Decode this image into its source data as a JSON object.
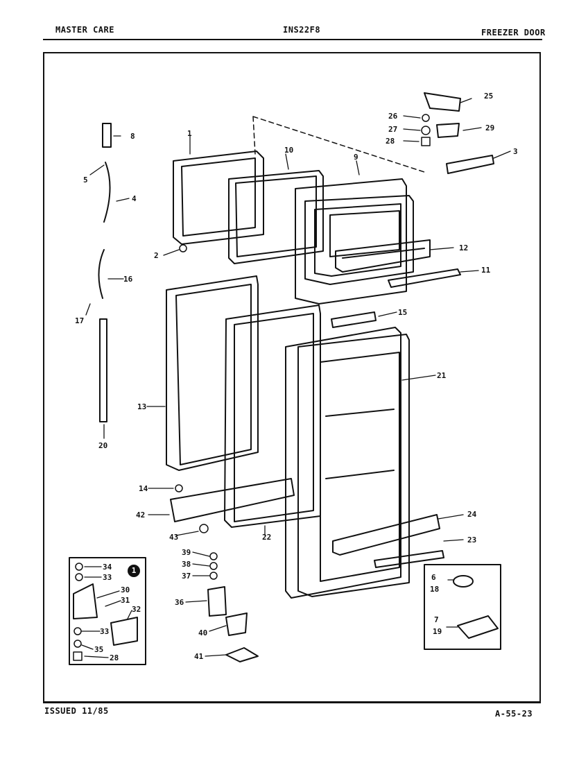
{
  "header": {
    "left": "MASTER CARE",
    "center": "INS22F8",
    "right": "FREEZER DOOR"
  },
  "footer": {
    "left": "ISSUED 11/85",
    "right": "A-55-23"
  },
  "inset_marker": "1",
  "callouts": {
    "c1": "1",
    "c2": "2",
    "c3": "3",
    "c4": "4",
    "c5": "5",
    "c6": "6",
    "c7": "7",
    "c8": "8",
    "c9": "9",
    "c10": "10",
    "c11": "11",
    "c12": "12",
    "c13": "13",
    "c14": "14",
    "c15": "15",
    "c16": "16",
    "c17": "17",
    "c18": "18",
    "c19": "19",
    "c20": "20",
    "c21": "21",
    "c22": "22",
    "c23": "23",
    "c24": "24",
    "c25": "25",
    "c26": "26",
    "c27": "27",
    "c28": "28",
    "c29": "29",
    "c30": "30",
    "c31": "31",
    "c32": "32",
    "c33": "33",
    "c33b": "33",
    "c34": "34",
    "c35": "35",
    "c28b": "28",
    "c36": "36",
    "c37": "37",
    "c38": "38",
    "c39": "39",
    "c40": "40",
    "c41": "41",
    "c42": "42",
    "c43": "43"
  }
}
